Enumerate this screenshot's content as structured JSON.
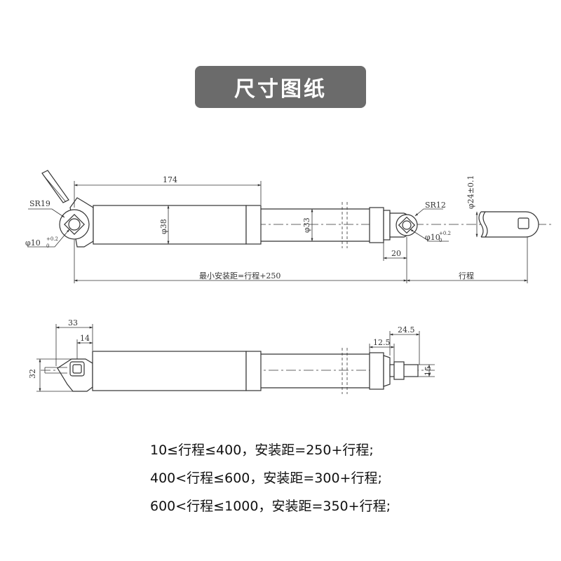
{
  "title": "尺寸图纸",
  "top_view": {
    "dim_174": "174",
    "sr19": "SR19",
    "sr12": "SR12",
    "phi38": "φ38",
    "phi33": "φ33",
    "phi24": "φ24±0.1",
    "hole_left": "φ10",
    "hole_right": "φ10",
    "hole_tol_upper": "+0.2",
    "hole_tol_lower": "0",
    "dim_20": "20",
    "min_install": "最小安装距=行程+250",
    "stroke": "行程"
  },
  "side_view": {
    "dim_33": "33",
    "dim_14": "14",
    "dim_32": "32",
    "dim_24_5": "24.5",
    "dim_12_5": "12.5",
    "dim_15": "15"
  },
  "notes": [
    "10≤行程≤400，安装距=250+行程;",
    "400<行程≤600，安装距=300+行程;",
    "600<行程≤1000，安装距=350+行程;"
  ]
}
